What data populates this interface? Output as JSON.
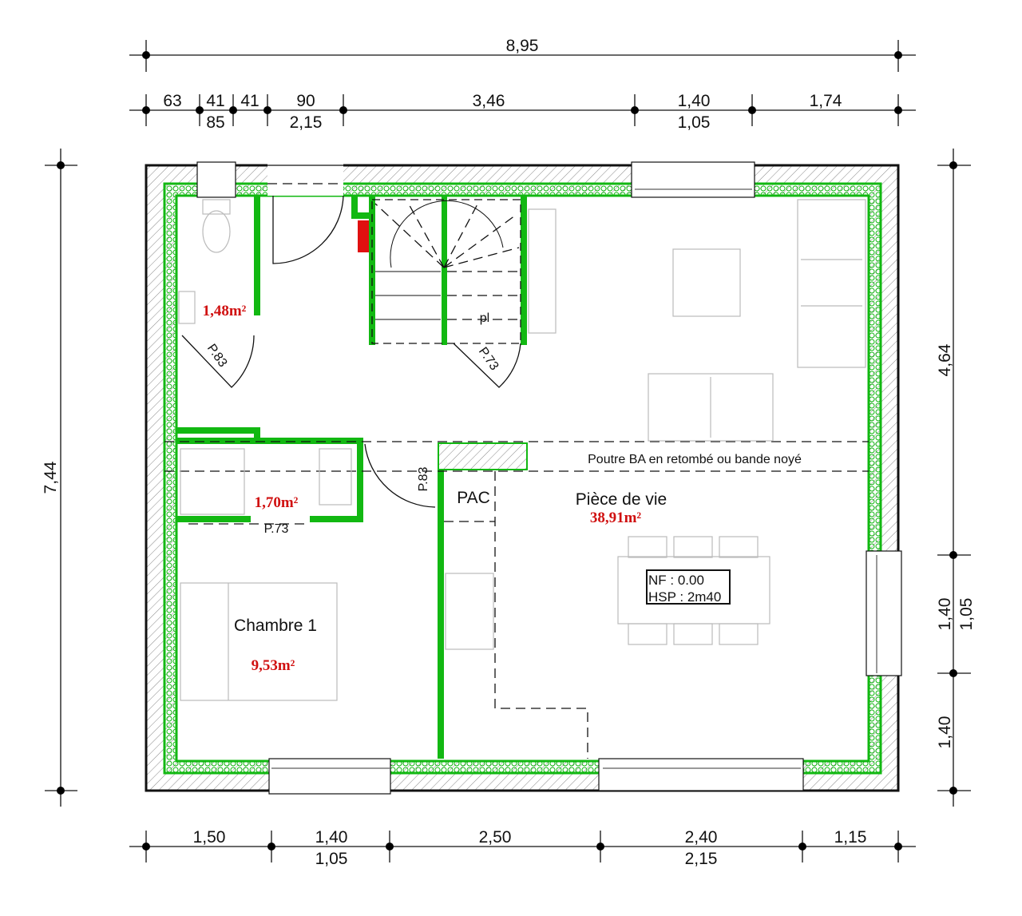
{
  "dimensions": {
    "top_total": "8,95",
    "top_row_upper": [
      "63",
      "41",
      "41",
      "90",
      "3,46",
      "1,40",
      "1,74"
    ],
    "top_row_lower": [
      "85",
      "2,15",
      "1,05"
    ],
    "left_total": "7,44",
    "right": [
      "4,64",
      "1,40",
      "1,05",
      "1,40"
    ],
    "bottom_upper": [
      "1,50",
      "1,40",
      "2,50",
      "2,40",
      "1,15"
    ],
    "bottom_lower": [
      "1,05",
      "2,15"
    ]
  },
  "rooms": {
    "wc_area": "1,48m²",
    "bath_area": "1,70m²",
    "chambre_label": "Chambre 1",
    "chambre_area": "9,53m²",
    "living_label": "Pièce de vie",
    "living_area": "38,91m²",
    "pac_label": "PAC"
  },
  "doors": [
    "P.83",
    "P.73",
    "P.83",
    "P.73"
  ],
  "stair_label": "pl",
  "beam_label": "Poutre BA en retombé ou bande noyé",
  "level_box": {
    "nf": "NF : 0.00",
    "hsp": "HSP : 2m40"
  },
  "colors": {
    "insulation": "#12b812",
    "area_text": "#d01010",
    "heater": "#e01010"
  }
}
